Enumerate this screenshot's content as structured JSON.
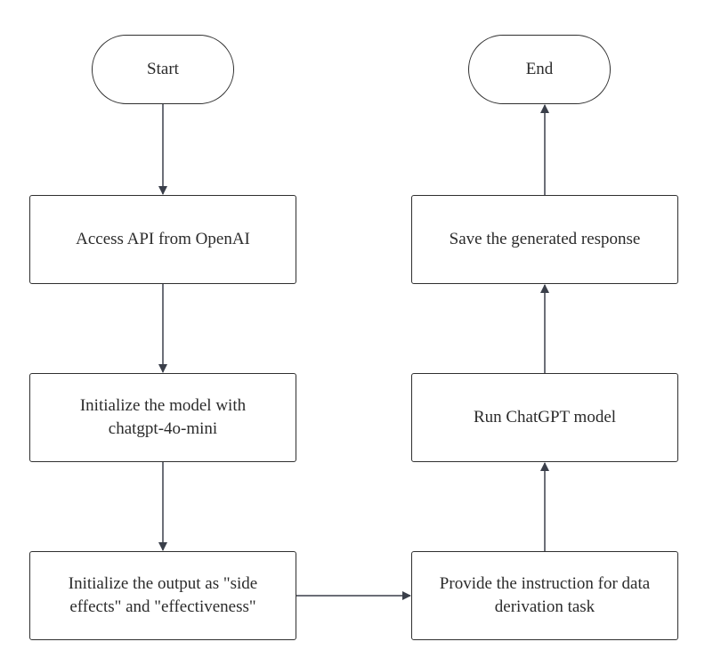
{
  "nodes": {
    "start": "Start",
    "end": "End",
    "access_api": "Access API from OpenAI",
    "init_model": "Initialize the model with\nchatgpt-4o-mini",
    "init_output": "Initialize the output as \"side\neffects\" and \"effectiveness\"",
    "provide_instruction": "Provide the instruction for data\nderivation task",
    "run_model": "Run ChatGPT model",
    "save_response": "Save the generated response"
  },
  "colors": {
    "stroke": "#2f2f2f",
    "arrow": "#3a3f4a",
    "background": "#ffffff"
  }
}
